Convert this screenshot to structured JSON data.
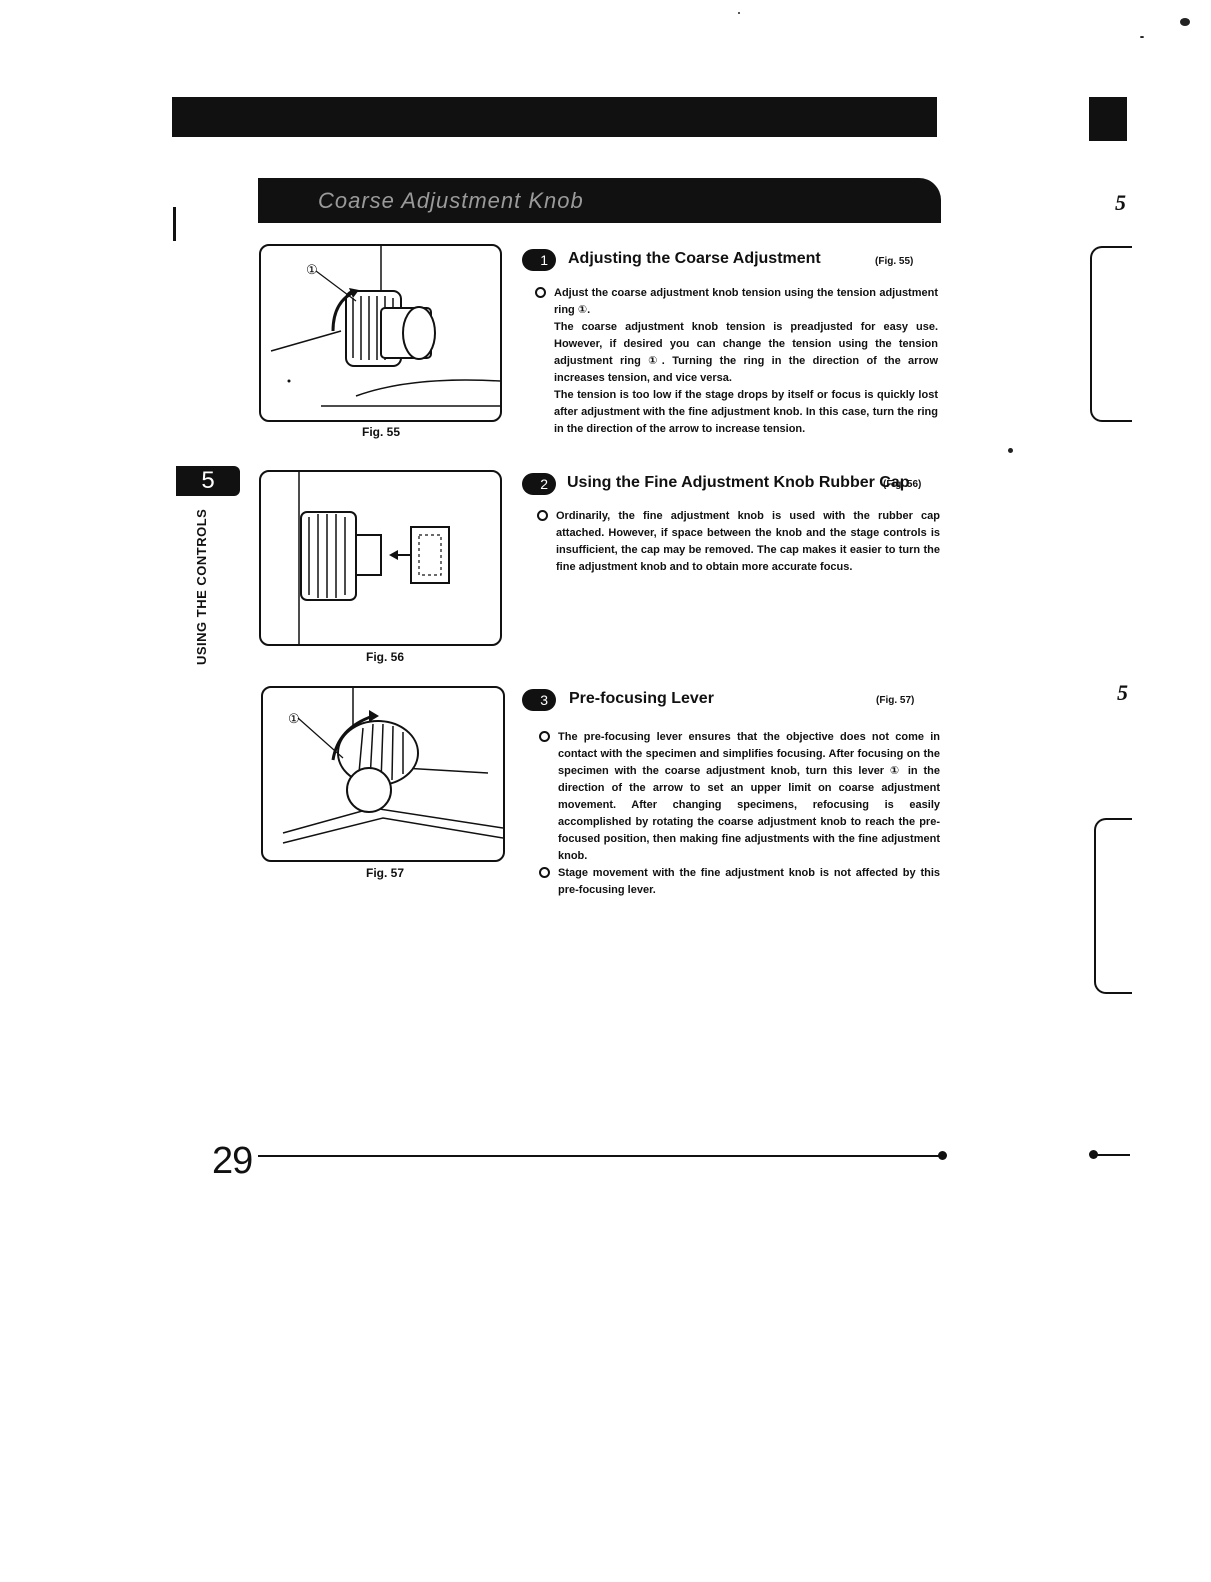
{
  "header": {
    "section_title": "Coarse Adjustment Knob"
  },
  "sidebar": {
    "chapter_number": "5",
    "chapter_label": "USING THE CONTROLS"
  },
  "steps": [
    {
      "number": "1",
      "title": "Adjusting the Coarse Adjustment",
      "fig_ref": "(Fig. 55)",
      "bullets": [
        "Adjust the coarse adjustment knob tension using the tension adjustment ring ①.\nThe coarse adjustment knob tension is preadjusted for easy use. However, if desired you can change the tension using the tension adjustment ring ①. Turning the ring in the direction of the arrow increases tension, and vice versa.\nThe tension is too low if the stage drops by itself or focus is quickly lost after adjustment with the fine adjustment knob. In this case, turn the ring in the direction of the arrow to increase tension."
      ],
      "figure_caption": "Fig. 55"
    },
    {
      "number": "2",
      "title": "Using the Fine Adjustment Knob Rubber Cap",
      "fig_ref": "(Fig. 56)",
      "bullets": [
        "Ordinarily, the fine adjustment knob is used with the rubber cap attached. However, if space between the knob and the stage controls is insufficient, the cap may be removed. The cap makes it easier to turn the fine adjustment knob and to obtain more accurate focus."
      ],
      "figure_caption": "Fig. 56"
    },
    {
      "number": "3",
      "title": "Pre-focusing Lever",
      "fig_ref": "(Fig. 57)",
      "bullets": [
        "The pre-focusing lever ensures that the objective does not come in contact with the specimen and simplifies focusing. After focusing on the specimen with the coarse adjustment knob, turn this lever ① in the direction of the arrow to set an upper limit on coarse adjustment movement. After changing specimens, refocusing is easily accomplished by rotating the coarse adjustment knob to reach the pre-focused position, then making fine adjustments with the fine adjustment knob.",
        "Stage movement with the fine adjustment knob is not affected by this pre-focusing lever."
      ],
      "figure_caption": "Fig. 57"
    }
  ],
  "figure_callout": "①",
  "footer": {
    "page_number": "29"
  },
  "adjacent_page": {
    "edge_number_top": "5",
    "edge_number_mid": "5"
  }
}
